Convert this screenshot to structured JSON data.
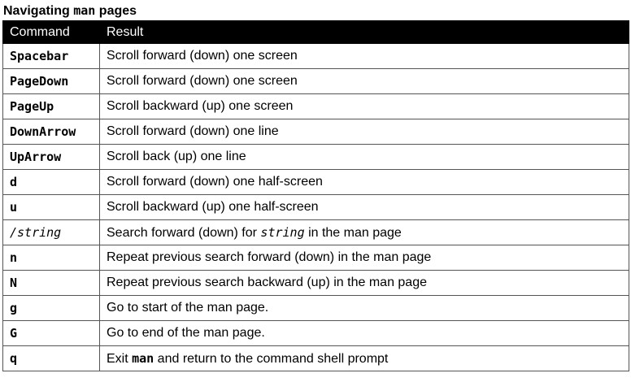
{
  "caption": {
    "text_before": "Navigating",
    "mono": "man",
    "text_after": "pages"
  },
  "headers": {
    "command": "Command",
    "result": "Result"
  },
  "rows": [
    {
      "command": "Spacebar",
      "result": "Scroll forward (down) one screen"
    },
    {
      "command": "PageDown",
      "result": "Scroll forward (down) one screen"
    },
    {
      "command": "PageUp",
      "result": "Scroll backward (up) one screen"
    },
    {
      "command": "DownArrow",
      "result": "Scroll forward (down) one line"
    },
    {
      "command": "UpArrow",
      "result": "Scroll back (up) one line"
    },
    {
      "command": "d",
      "result": "Scroll forward (down) one half-screen"
    },
    {
      "command": "u",
      "result": "Scroll backward (up) one half-screen"
    },
    {
      "command": "/string",
      "result_before": "Search forward (down) for",
      "result_code": "string",
      "result_after": "in the man page"
    },
    {
      "command": "n",
      "result": "Repeat previous search forward (down) in the man page"
    },
    {
      "command": "N",
      "result": "Repeat previous search backward (up) in the man page"
    },
    {
      "command": "g",
      "result": "Go to start of the man page."
    },
    {
      "command": "G",
      "result": "Go to end of the man page."
    },
    {
      "command": "q",
      "result_before": "Exit",
      "result_code": "man",
      "result_after": "and return to the command shell prompt"
    }
  ]
}
